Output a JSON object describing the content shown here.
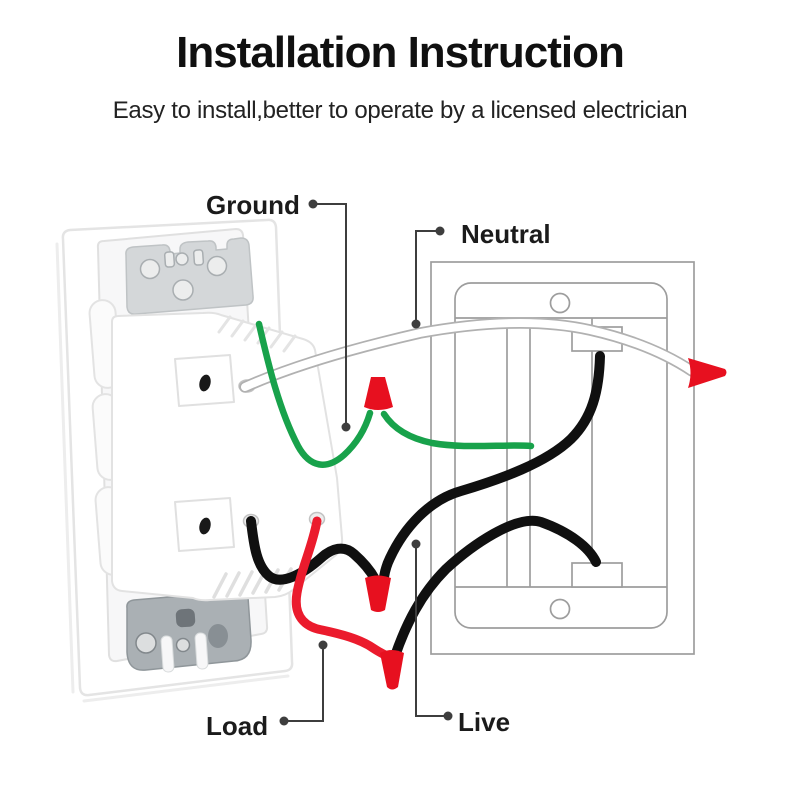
{
  "header": {
    "title": "Installation Instruction",
    "subtitle": "Easy to install,better to operate by a licensed electrician"
  },
  "diagram": {
    "labels": {
      "ground": "Ground",
      "neutral": "Neutral",
      "load": "Load",
      "live": "Live"
    },
    "colors": {
      "ground_wire": "#18a24b",
      "neutral_wire_outline": "#b1b1b1",
      "neutral_wire_core": "#ffffff",
      "live_wire": "#101010",
      "load_wire": "#eb1b2d",
      "connector_red": "#e7101f",
      "box_outline": "#9d9d9d"
    }
  }
}
